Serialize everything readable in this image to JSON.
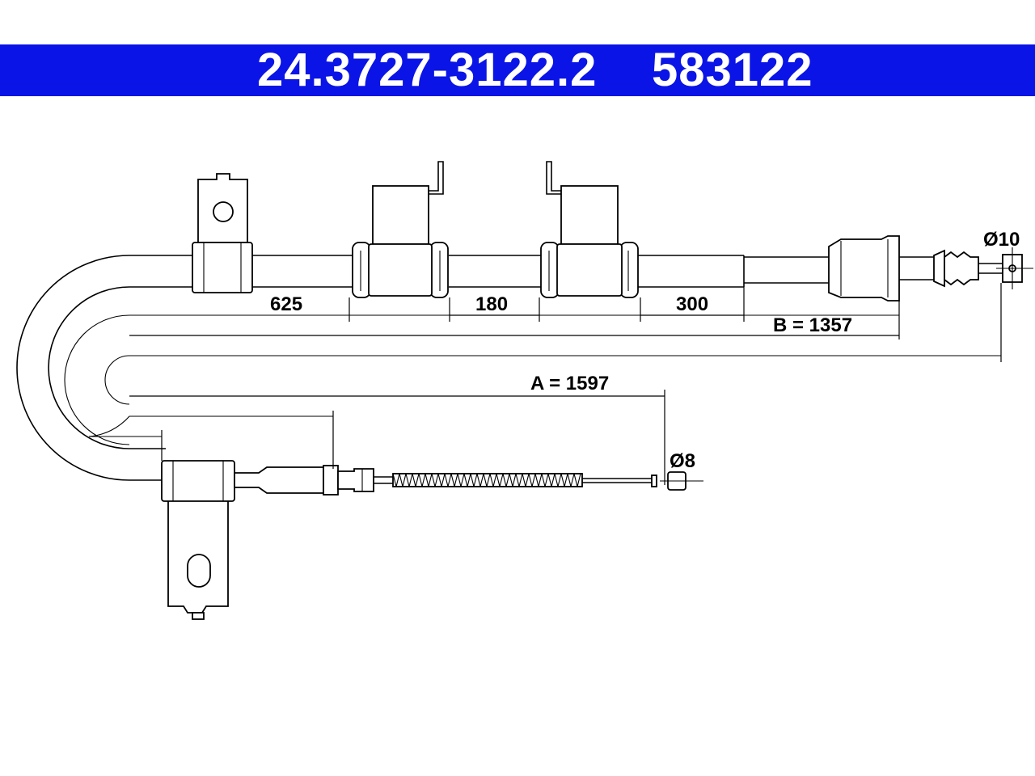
{
  "header": {
    "part_number": "24.3727-3122.2",
    "oe_number": "583122",
    "background_color": "#0a14e6",
    "text_color": "#ffffff"
  },
  "dimensions": {
    "seg_625": "625",
    "seg_180": "180",
    "seg_300": "300",
    "length_b": "B = 1357",
    "length_a": "A = 1597",
    "diameter_end_top": "Ø10",
    "diameter_end_bottom": "Ø8"
  }
}
